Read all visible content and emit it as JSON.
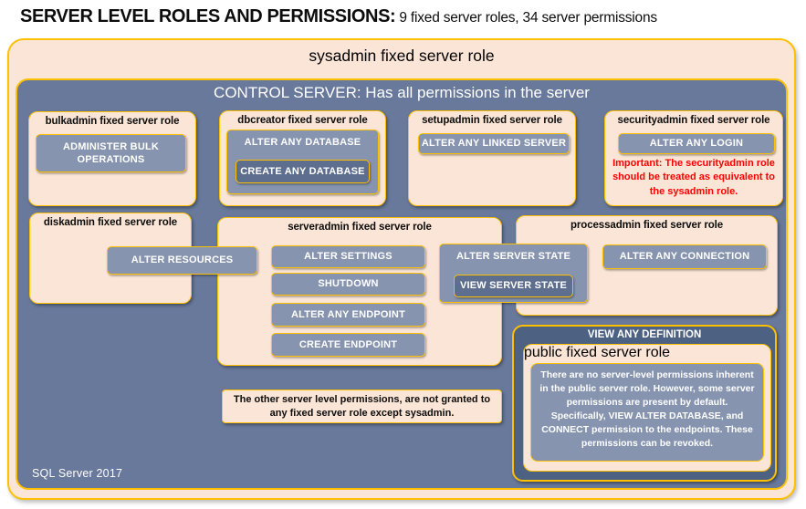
{
  "title": {
    "strong": "SERVER LEVEL ROLES AND PERMISSIONS:",
    "rest": " 9 fixed server roles, 34 server permissions"
  },
  "sysadmin_label": "sysadmin fixed server role",
  "control_server_label": "CONTROL SERVER: Has all permissions in the server",
  "footer": "SQL Server 2017",
  "roles": {
    "bulkadmin": {
      "name": "bulkadmin fixed server role",
      "perm1": "ADMINISTER BULK OPERATIONS"
    },
    "dbcreator": {
      "name": "dbcreator fixed server role",
      "perm1": "ALTER ANY DATABASE",
      "perm2": "CREATE ANY DATABASE"
    },
    "setupadmin": {
      "name": "setupadmin fixed server role",
      "perm1": "ALTER ANY LINKED SERVER"
    },
    "securityadmin": {
      "name": "securityadmin fixed server role",
      "perm1": "ALTER ANY LOGIN",
      "warning": "Important: The securityadmin role should be treated as equivalent to the sysadmin role."
    },
    "diskadmin": {
      "name": "diskadmin fixed server role",
      "perm1": "ALTER RESOURCES"
    },
    "serveradmin": {
      "name": "serveradmin fixed server role",
      "perm1": "ALTER SETTINGS",
      "perm2": "SHUTDOWN",
      "perm3": "ALTER ANY ENDPOINT",
      "perm4": "CREATE ENDPOINT",
      "perm5": "ALTER SERVER STATE",
      "perm6": "VIEW SERVER STATE"
    },
    "processadmin": {
      "name": "processadmin fixed server role",
      "perm1": "ALTER ANY CONNECTION"
    },
    "public": {
      "perm1": "VIEW ANY DEFINITION",
      "name": "public fixed server role",
      "note": "There are no server-level permissions inherent in the public server role. However, some server permissions are present by default. Specifically, VIEW ALTER DATABASE, and CONNECT permission to the endpoints. These permissions can be revoked."
    }
  },
  "bottom_note": "The other server level permissions, are not granted to any fixed server role except sysadmin.",
  "colors": {
    "peach": "#fbe5d6",
    "gold_border": "#ffc000",
    "control_bg": "#68799b",
    "button": "#8694b0",
    "button_dark": "#5d6e8e",
    "panel_dark": "#4d6183",
    "warning_red": "#ff0000"
  }
}
